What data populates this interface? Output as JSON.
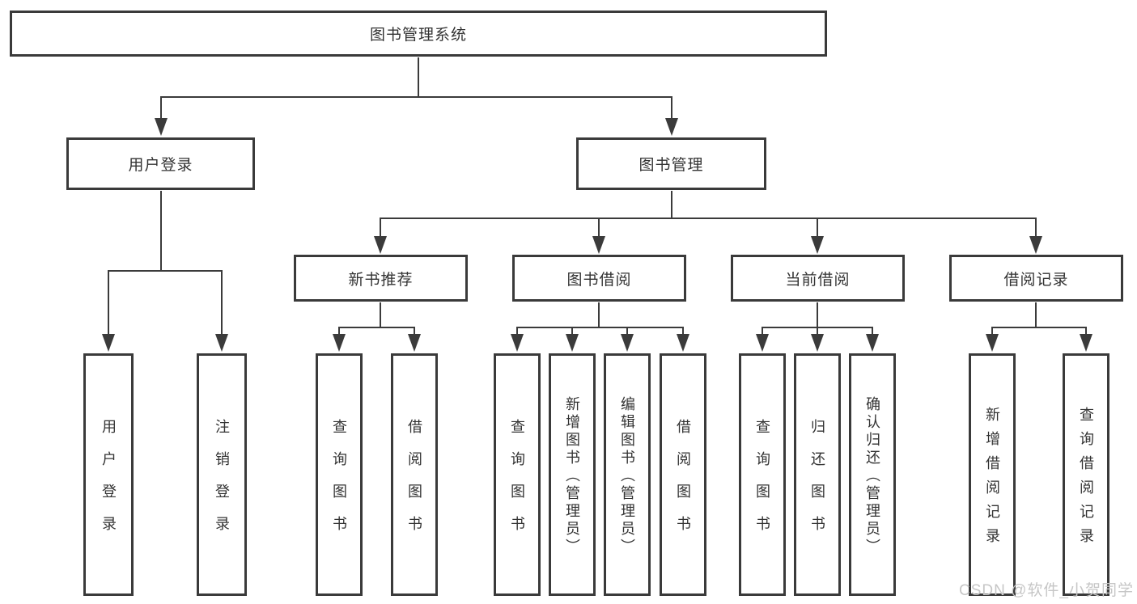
{
  "diagram": {
    "title": "图书管理系统",
    "level2": {
      "user_login": "用户登录",
      "book_management": "图书管理"
    },
    "level3": {
      "new_book_recommend": "新书推荐",
      "book_borrow": "图书借阅",
      "current_borrow": "当前借阅",
      "borrow_record": "借阅记录"
    },
    "leaves": {
      "user_login_children": [
        "用户登录",
        "注销登录"
      ],
      "new_book_children": [
        "查询图书",
        "借阅图书"
      ],
      "book_borrow_children": [
        "查询图书",
        "新增图书（管理员）",
        "编辑图书（管理员）",
        "借阅图书"
      ],
      "current_borrow_children": [
        "查询图书",
        "归还图书",
        "确认归还（管理员）"
      ],
      "borrow_record_children": [
        "新增借阅记录",
        "查询借阅记录"
      ]
    },
    "watermark": "CSDN @软件_小贺同学",
    "colors": {
      "line": "#3b3b3b",
      "box_border": "#3a3a3a",
      "text": "#333333",
      "watermark": "#c6c6c6",
      "background": "#ffffff"
    }
  }
}
